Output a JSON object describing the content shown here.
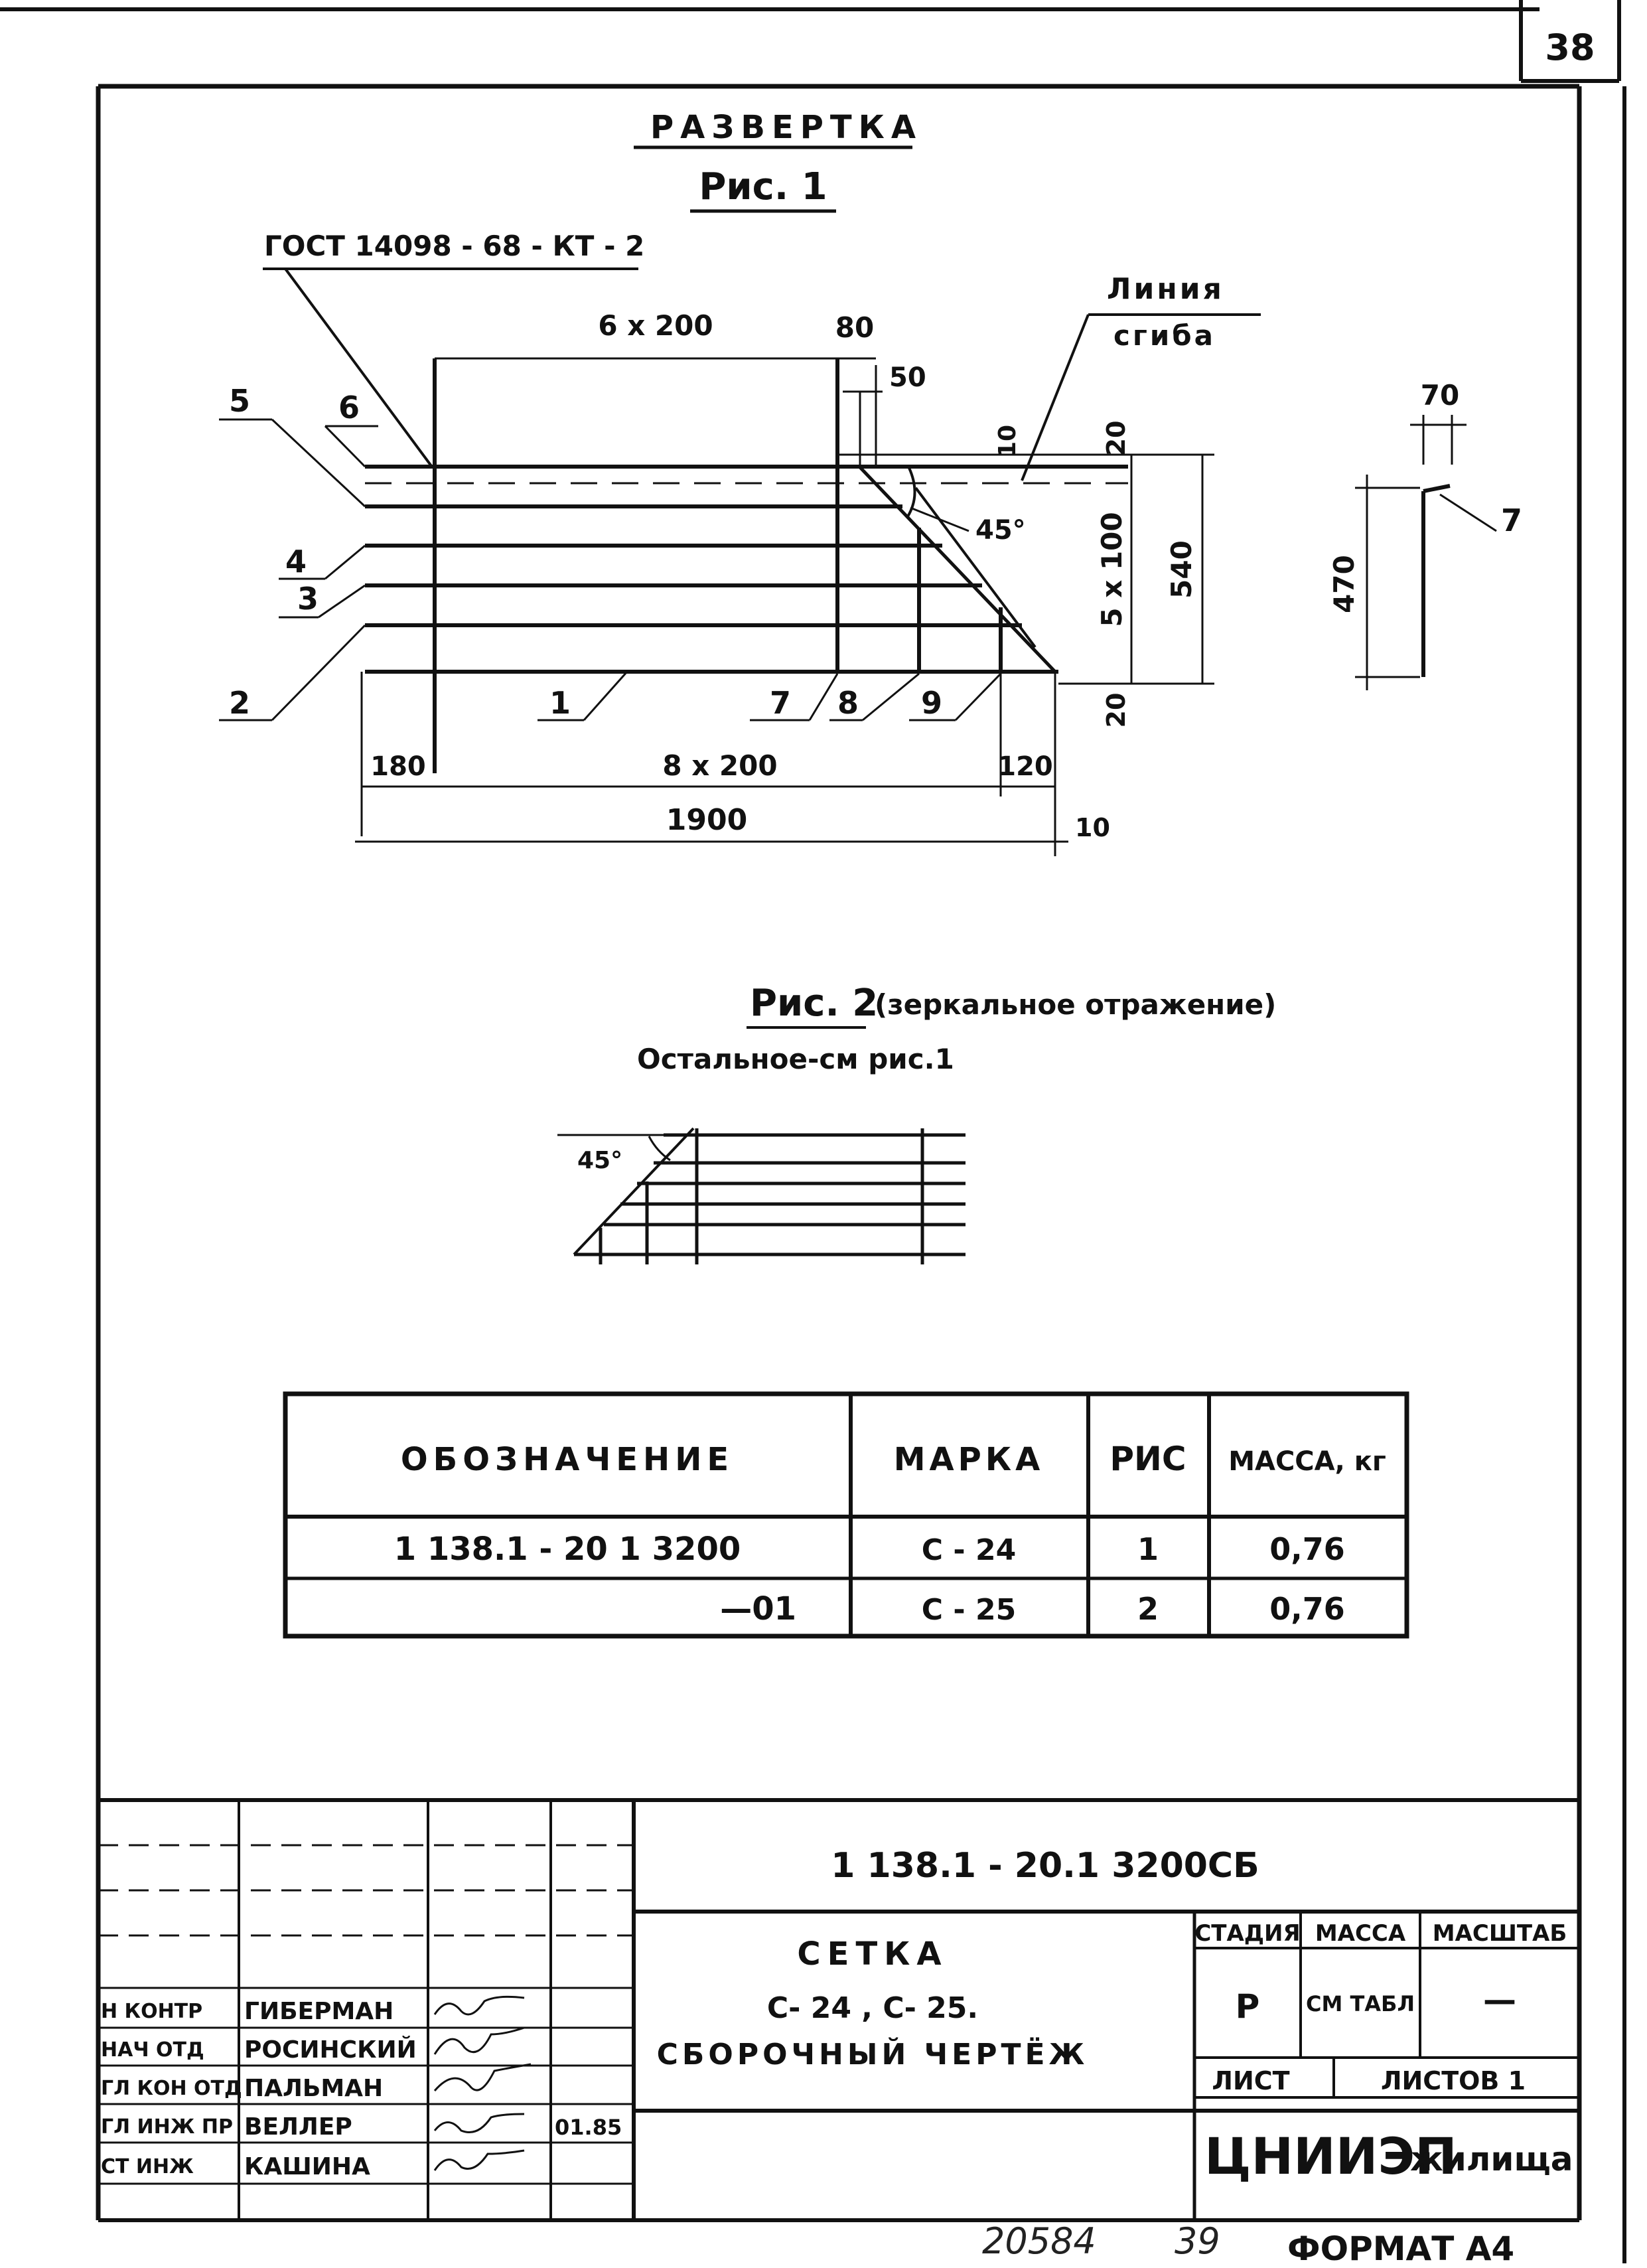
{
  "sheet": {
    "number": "38"
  },
  "fig1": {
    "title": "РАЗВЕРТКА",
    "subtitle": "Рис. 1",
    "gost": "ГОСТ 14098 - 68 - КТ - 2",
    "bend_line": [
      "Линия",
      "сгиба"
    ],
    "dims": {
      "top_spacing": "6 x 200",
      "d80": "80",
      "d50": "50",
      "d70_right": "70",
      "d470": "470",
      "d10_top": "10",
      "d20_top": "20",
      "d20_bottom": "20",
      "d5x100": "5 x 100",
      "d540": "540",
      "angle": "45°",
      "d180": "180",
      "bottom_spacing": "8 x 200",
      "d120": "120",
      "total": "1900",
      "d10_bottom": "10"
    },
    "callouts": [
      "1",
      "2",
      "3",
      "4",
      "5",
      "6",
      "7",
      "8",
      "9"
    ],
    "side_callout": "7"
  },
  "fig2": {
    "title": "Рис. 2",
    "note": "(зеркальное отражение)",
    "rest": "Остальное-см рис.1",
    "angle": "45°"
  },
  "spec_table": {
    "headers": [
      "ОБОЗНАЧЕНИЕ",
      "МАРКА",
      "РИС",
      "МАССА, кг"
    ],
    "rows": [
      [
        "1 138.1 - 20 1 3200",
        "С - 24",
        "1",
        "0,76"
      ],
      [
        "—01",
        "С - 25",
        "2",
        "0,76"
      ]
    ]
  },
  "title_block": {
    "doc_code": "1 138.1 - 20.1 3200СБ",
    "name_line1": "СЕТКА",
    "name_line2": "С- 24 , С- 25.",
    "name_line3": "СБОРОЧНЫЙ ЧЕРТЁЖ",
    "stage_header": "СТАДИЯ",
    "mass_header": "МАССА",
    "scale_header": "МАСШТАБ",
    "stage_value": "Р",
    "mass_value": "СМ ТАБЛ",
    "scale_value": "—",
    "sheet_label": "ЛИСТ",
    "sheets_label": "ЛИСТОВ 1",
    "org_main": "ЦНИИЭП",
    "org_sub": "жилища",
    "staff": [
      {
        "role": "Н КОНТР",
        "name": "ГИБЕРМАН",
        "date": ""
      },
      {
        "role": "НАЧ ОТД",
        "name": "РОСИНСКИЙ",
        "date": ""
      },
      {
        "role": "ГЛ КОН ОТД",
        "name": "ПАЛЬМАН",
        "date": ""
      },
      {
        "role": "ГЛ ИНЖ ПР",
        "name": "ВЕЛЛЕР",
        "date": "01.85"
      },
      {
        "role": "СТ ИНЖ",
        "name": "КАШИНА",
        "date": ""
      }
    ]
  },
  "footer": {
    "inventory": "20584",
    "copy": "39",
    "format": "ФОРМАТ А4"
  }
}
